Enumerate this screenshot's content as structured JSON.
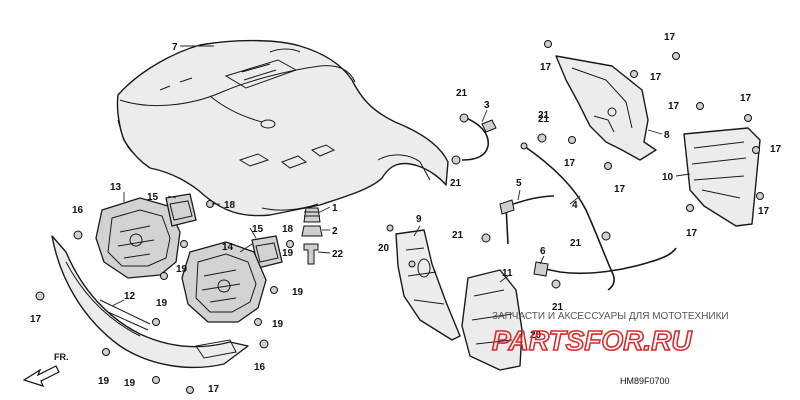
{
  "diagram_code": "HM89F0700",
  "direction_label": "FR.",
  "watermark": {
    "tagline": "ЗАПЧАСТИ И АКСЕССУАРЫ ДЛЯ МОТОТЕХНИКИ",
    "logo": "PARTSFOR.RU"
  },
  "callouts": {
    "c1": "1",
    "c2": "2",
    "c3": "3",
    "c4": "4",
    "c5": "5",
    "c6": "6",
    "c7": "7",
    "c8": "8",
    "c9": "9",
    "c10": "10",
    "c11": "11",
    "c12": "12",
    "c13": "13",
    "c14": "14",
    "c15a": "15",
    "c15b": "15",
    "c16a": "16",
    "c16b": "16",
    "c17a": "17",
    "c17b": "17",
    "c17c": "17",
    "c17d": "17",
    "c17e": "17",
    "c17f": "17",
    "c17g": "17",
    "c17h": "17",
    "c17i": "17",
    "c17j": "17",
    "c17k": "17",
    "c17l": "17",
    "c18a": "18",
    "c18b": "18",
    "c19a": "19",
    "c19b": "19",
    "c19c": "19",
    "c19d": "19",
    "c19e": "19",
    "c19f": "19",
    "c19g": "19",
    "c20a": "20",
    "c20b": "20",
    "c21a": "21",
    "c21b": "21",
    "c21c": "21",
    "c21d": "21",
    "c21e": "21",
    "c21f": "21",
    "c21g": "21",
    "c22": "22"
  }
}
